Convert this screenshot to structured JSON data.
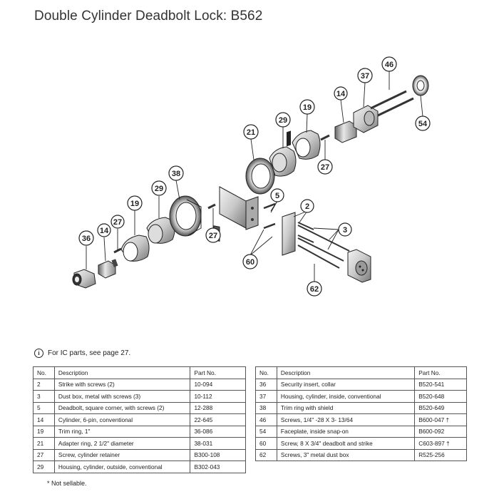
{
  "title": "Double Cylinder Deadbolt Lock: B562",
  "note": {
    "icon": "info-icon",
    "text": "For IC parts, see page 27."
  },
  "callouts": [
    "2",
    "3",
    "5",
    "14",
    "19",
    "21",
    "27",
    "29",
    "36",
    "37",
    "38",
    "46",
    "54",
    "60",
    "62"
  ],
  "table_headers": {
    "no": "No.",
    "description": "Description",
    "part_no": "Part No."
  },
  "parts_left": [
    {
      "no": "2",
      "description": "Strike with screws (2)",
      "part_no": "10-094"
    },
    {
      "no": "3",
      "description": "Dust box, metal with screws (3)",
      "part_no": "10-112"
    },
    {
      "no": "5",
      "description": "Deadbolt, square corner, with screws (2)",
      "part_no": "12-288"
    },
    {
      "no": "14",
      "description": "Cylinder, 6-pin, conventional",
      "part_no": "22-645"
    },
    {
      "no": "19",
      "description": "Trim ring, 1\"",
      "part_no": "36-086"
    },
    {
      "no": "21",
      "description": "Adapter ring, 2 1/2\" diameter",
      "part_no": "38-031"
    },
    {
      "no": "27",
      "description": "Screw, cylinder retainer",
      "part_no": "B300-108"
    },
    {
      "no": "29",
      "description": "Housing, cylinder, outside, conventional",
      "part_no": "B302-043"
    }
  ],
  "parts_right": [
    {
      "no": "36",
      "description": "Security insert, collar",
      "part_no": "B520-541"
    },
    {
      "no": "37",
      "description": "Housing, cylinder, inside, conventional",
      "part_no": "B520-648"
    },
    {
      "no": "38",
      "description": "Trim ring with shield",
      "part_no": "B520-649"
    },
    {
      "no": "46",
      "description": "Screws, 1/4\" -28 X 3- 13/64",
      "part_no": "B600-047 †"
    },
    {
      "no": "54",
      "description": "Faceplate, inside snap-on",
      "part_no": "B600-092"
    },
    {
      "no": "60",
      "description": "Screw, 8 X 3/4\" deadbolt and strike",
      "part_no": "C603-897 †"
    },
    {
      "no": "62",
      "description": "Screws, 3\" metal dust box",
      "part_no": "R525-256"
    }
  ],
  "footnote": "*  Not sellable."
}
